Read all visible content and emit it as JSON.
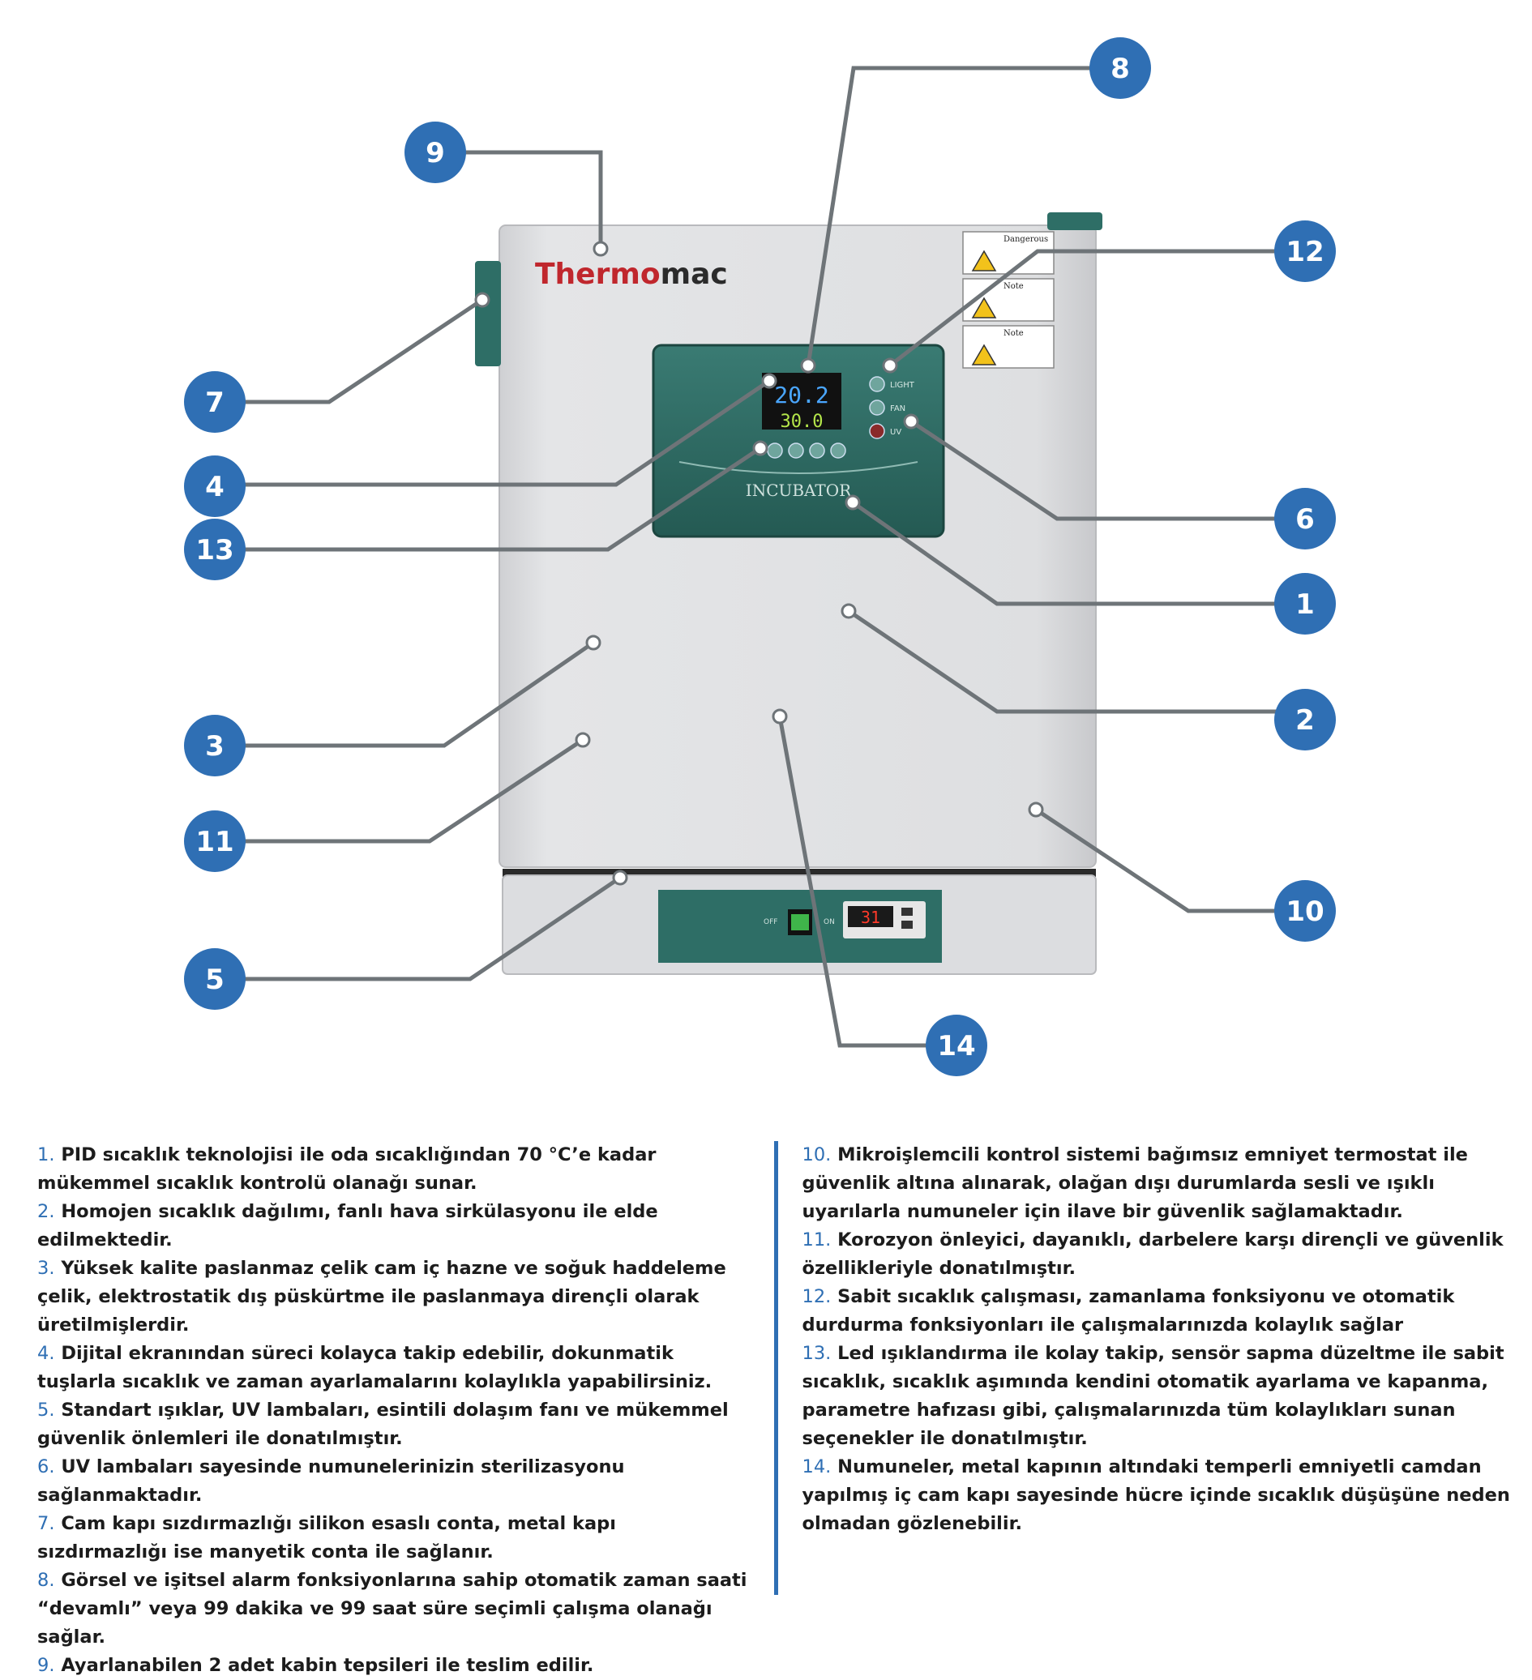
{
  "device": {
    "brand_part1": "Thermo",
    "brand_part2": "mac",
    "panel_label": "INCUBATOR",
    "display_top": "20.2",
    "display_bottom": "30.0",
    "button_light": "LIGHT",
    "button_fan": "FAN",
    "button_uv": "UV",
    "switch_off": "OFF",
    "switch_on": "ON",
    "small_display": "31",
    "warning_1": "Dangerous",
    "warning_2": "Note",
    "warning_3": "Note"
  },
  "callouts": [
    "1",
    "2",
    "3",
    "4",
    "5",
    "6",
    "7",
    "8",
    "9",
    "10",
    "11",
    "12",
    "13",
    "14"
  ],
  "legend": {
    "left": [
      {
        "n": "1.",
        "t": "PID sıcaklık teknolojisi ile oda sıcaklığından 70 °C’e kadar mükemmel sıcaklık kontrolü olanağı sunar."
      },
      {
        "n": "2.",
        "t": "Homojen sıcaklık dağılımı, fanlı hava sirkülasyonu ile elde edilmektedir."
      },
      {
        "n": "3.",
        "t": "Yüksek kalite paslanmaz çelik cam iç hazne ve soğuk haddeleme çelik, elektrostatik dış püskürtme ile paslanmaya dirençli olarak üretilmişlerdir."
      },
      {
        "n": "4.",
        "t": "Dijital ekranından süreci kolayca takip edebilir, dokunmatik tuşlarla sıcaklık ve zaman ayarlamalarını kolaylıkla yapabilirsiniz."
      },
      {
        "n": "5.",
        "t": "Standart ışıklar, UV lambaları, esintili dolaşım fanı ve mükemmel güvenlik önlemleri ile donatılmıştır."
      },
      {
        "n": "6.",
        "t": "UV lambaları sayesinde numunelerinizin sterilizasyonu sağlanmaktadır."
      },
      {
        "n": "7.",
        "t": "Cam kapı sızdırmazlığı silikon esaslı conta, metal kapı sızdırmazlığı ise manyetik conta ile sağlanır."
      },
      {
        "n": "8.",
        "t": "Görsel ve işitsel alarm fonksiyonlarına sahip otomatik zaman saati “devamlı” veya 99 dakika ve 99 saat süre seçimli çalışma olanağı sağlar."
      },
      {
        "n": "9.",
        "t": "Ayarlanabilen 2 adet kabin tepsileri ile teslim edilir."
      }
    ],
    "right": [
      {
        "n": "10.",
        "t": "Mikroişlemcili kontrol sistemi bağımsız emniyet termostat ile güvenlik altına alınarak, olağan dışı durumlarda sesli ve ışıklı uyarılarla numuneler için ilave bir güvenlik sağlamaktadır."
      },
      {
        "n": "11.",
        "t": "Korozyon önleyici, dayanıklı, darbelere karşı dirençli ve güvenlik özellikleriyle donatılmıştır."
      },
      {
        "n": "12.",
        "t": "Sabit sıcaklık çalışması, zamanlama fonksiyonu ve otomatik durdurma fonksiyonları ile çalışmalarınızda kolaylık sağlar"
      },
      {
        "n": "13.",
        "t": "Led ışıklandırma ile kolay takip, sensör sapma düzeltme ile sabit sıcaklık, sıcaklık aşımında kendini otomatik ayarlama ve kapanma, parametre hafızası gibi, çalışmalarınızda tüm kolaylıkları sunan seçenekler ile donatılmıştır."
      },
      {
        "n": "14.",
        "t": "Numuneler, metal kapının altındaki temperli emniyetli camdan yapılmış iç cam kapı sayesinde hücre içinde sıcaklık düşüşüne neden olmadan gözlenebilir."
      }
    ]
  },
  "colors": {
    "accent": "#2f6fb4",
    "panel": "#2e6e66",
    "body": "#dcdcde",
    "leader": "#6e7478"
  }
}
